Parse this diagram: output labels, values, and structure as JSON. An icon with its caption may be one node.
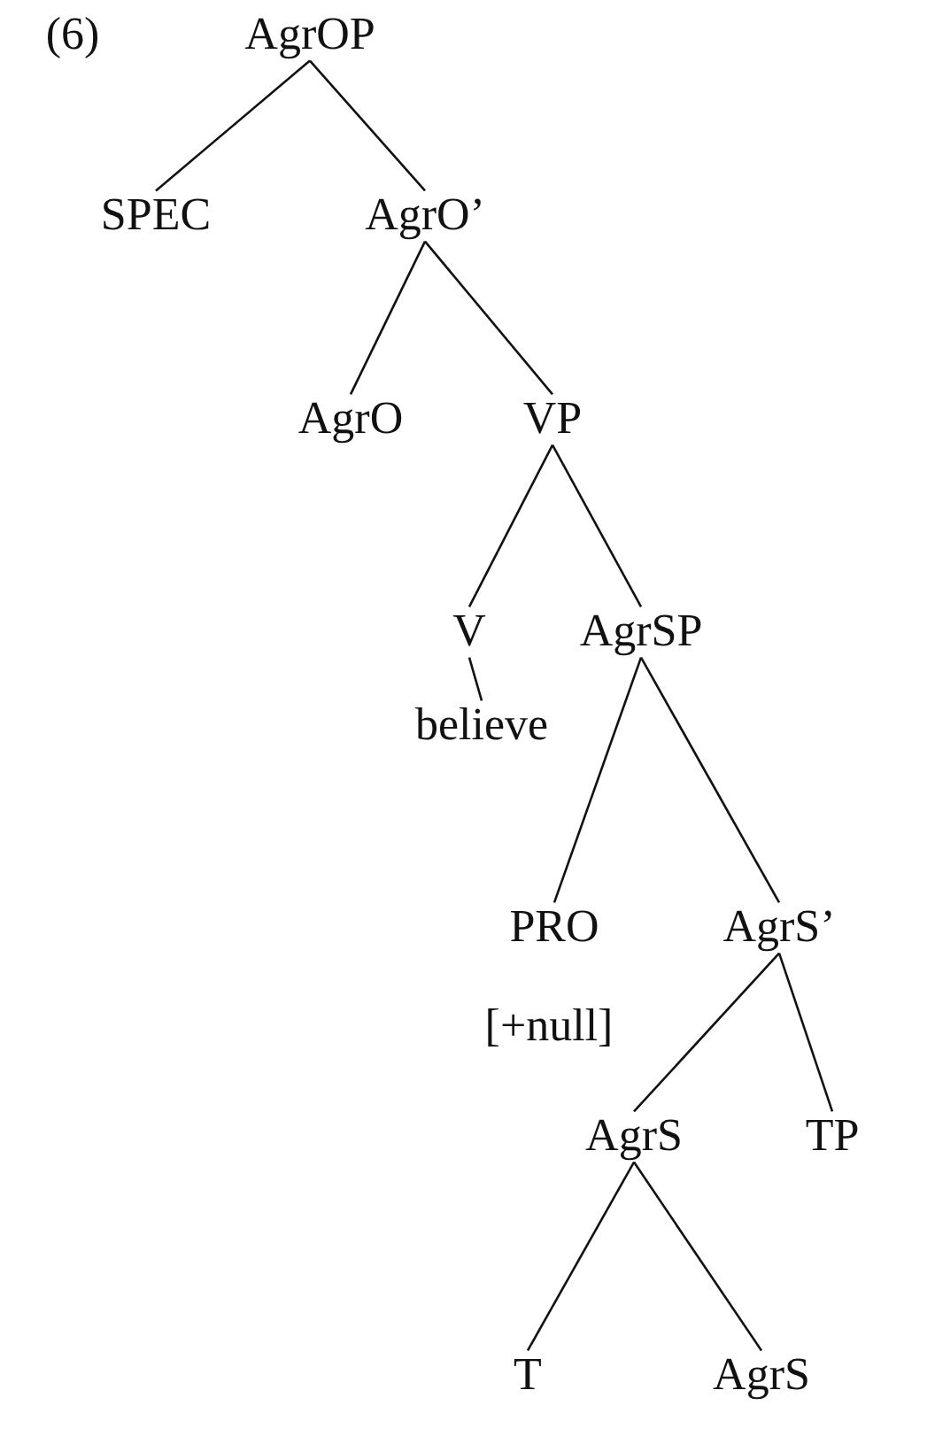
{
  "diagram": {
    "nodes": [
      {
        "text": [
          "AgrOP"
        ]
      },
      {
        "text": [
          "SPEC"
        ]
      },
      {
        "text": [
          "AgrO’"
        ]
      },
      {
        "text": [
          "AgrO"
        ]
      },
      {
        "text": [
          "VP"
        ]
      },
      {
        "text": [
          "V"
        ]
      },
      {
        "text": [
          "believe"
        ]
      },
      {
        "text": [
          "AgrSP"
        ]
      },
      {
        "text": [
          "PRO"
        ],
        "beside": [
          "[+null]"
        ]
      },
      {
        "text": [
          "AgrS’"
        ]
      },
      {
        "text": [
          "AgrS"
        ]
      },
      {
        "text": [
          "TP"
        ]
      },
      {
        "text": [
          "T"
        ]
      },
      {
        "text": [
          "AgrS"
        ]
      }
    ],
    "edges": [
      {
        "from": 0,
        "to": 1,
        "arrow": "none"
      },
      {
        "from": 0,
        "to": 2,
        "arrow": "none"
      },
      {
        "from": 2,
        "to": 3,
        "arrow": "none"
      },
      {
        "from": 2,
        "to": 4,
        "arrow": "none"
      },
      {
        "from": 4,
        "to": 5,
        "arrow": "none"
      },
      {
        "from": 4,
        "to": 7,
        "arrow": "none"
      },
      {
        "from": 5,
        "to": 6,
        "arrow": "none"
      },
      {
        "from": 7,
        "to": 8,
        "arrow": "none"
      },
      {
        "from": 7,
        "to": 9,
        "arrow": "none"
      },
      {
        "from": 9,
        "to": 10,
        "arrow": "none"
      },
      {
        "from": 9,
        "to": 11,
        "arrow": "none"
      },
      {
        "from": 10,
        "to": 12,
        "arrow": "none"
      },
      {
        "from": 10,
        "to": 13,
        "arrow": "none"
      }
    ],
    "labels": [
      "(6)"
    ]
  }
}
